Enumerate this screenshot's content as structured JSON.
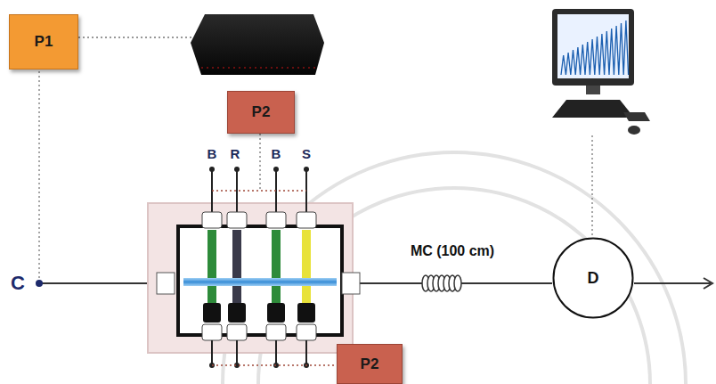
{
  "diagram": {
    "nodes": [
      {
        "text": [
          "P1"
        ]
      },
      {
        "text": [
          "P2"
        ]
      },
      {
        "text": [
          "P2"
        ]
      },
      {
        "text": [
          "D"
        ]
      }
    ],
    "labels": [
      "B",
      "R",
      "B",
      "S",
      "C",
      "MC (100 cm)"
    ]
  }
}
